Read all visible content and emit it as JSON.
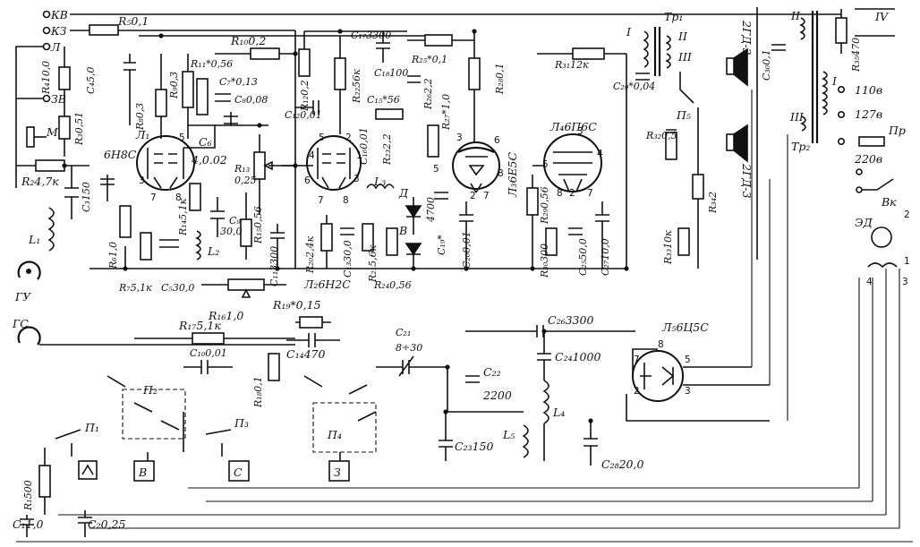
{
  "terminals": {
    "kv": "КВ",
    "kz": "КЗ",
    "l": "Л",
    "zv": "ЗВ"
  },
  "resistors": {
    "r1": "R₁500",
    "r2": "R₂4,7к",
    "r3": "R₃0,51",
    "r4": "R₄10,0",
    "r5": "R₅0,1",
    "r6": "R₆1,0",
    "r7": "R₇5,1к",
    "r8": "R₈0,3",
    "r9": "R₉0,3",
    "r10": "R₁₀0,2",
    "r11": "R₁₁*0,56",
    "r12": "R₁₂0,2",
    "r13": "R₁₃",
    "r13v": "0,25",
    "r14": "R₁₄5,1к",
    "r15": "R₁₅0,56",
    "r16": "R₁₆1,0",
    "r17": "R₁₇5,1к",
    "r18": "R₁₈0,1",
    "r19": "R₁₉*0,15",
    "r20": "R₂₀2,4к",
    "r21": "R₂₁5,6к",
    "r22": "R₂₂56к",
    "r23": "R₂₃2,2",
    "r24": "R₂₄0,56",
    "r25": "R₂₅*0,1",
    "r26": "R₂₆2,2",
    "r27": "R₂₇*1,0",
    "r28": "R₂₈0,1",
    "r29": "R₂₉0,56",
    "r30": "R₃₀300",
    "r31": "R₃₁12к",
    "r32": "R₃₂0,5",
    "r33": "R₃₃10к",
    "r34": "R₃₄2",
    "r35": "R₃₅470"
  },
  "capacitors": {
    "c1": "C₁1,0",
    "c2": "C₂0,25",
    "c3": "C₃150",
    "c4": "C₄5,0",
    "c5": "C₅30,0",
    "c6": "C₆",
    "c6v": "4,0.02",
    "c7": "C₇*0,13",
    "c8": "C₈0,08",
    "c9": "C₉",
    "c9v": "30,0",
    "c10": "C₁₀0,01",
    "c11": "C₁₁3300",
    "c12": "C₁₂0,01",
    "c13": "C₁₃30,0",
    "c14": "C₁₄470",
    "c15": "C₁₅*56",
    "c16": "C₁₆0,01",
    "c17": "C₁₇3300",
    "c18": "C₁₈100",
    "c19": "C₁₉*",
    "c19v": "4700",
    "c20": "C₂₀0,01",
    "c21": "C₂₁",
    "c21v": "8÷30",
    "c22": "C₂₂",
    "c22v": "2200",
    "c23": "C₂₃150",
    "c24": "C₂₄1000",
    "c25": "C₂₅50,0",
    "c26": "C₂₆3300",
    "c27": "C₂₇10,0",
    "c28": "C₂₈20,0",
    "c29": "C₂₉*0,04",
    "c30": "C₃₀0,1"
  },
  "tubes": {
    "l1": "Л₁",
    "l1t": "6Н8С",
    "l2": "Л₂6Н2С",
    "l3": "Л₃6Е5С",
    "l4": "Л₄6П6С",
    "l5": "Л₅6Ц5С"
  },
  "inductors": {
    "l1c": "L₁",
    "l2c": "L₂",
    "l3c": "L₃",
    "l4c": "L₄",
    "l5c": "L₅"
  },
  "transformers": {
    "tr1": "Тр₁",
    "tr2": "Тр₂",
    "w1": "I",
    "w2": "II",
    "w3": "III",
    "w4": "IV"
  },
  "switches": {
    "p1": "П₁",
    "p2": "П₂",
    "p3": "П₃",
    "p4": "П₄",
    "p5": "П₅",
    "vk": "Вк"
  },
  "boxes": {
    "b": "В",
    "s": "С",
    "z": "З"
  },
  "speakers": {
    "sp1": "2ГД-3",
    "sp2": "2ГД-3"
  },
  "misc": {
    "gu": "ГУ",
    "gs": "ГС",
    "m": "М",
    "d": "Д",
    "v": "В",
    "ed": "ЭД",
    "pr": "Пр",
    "v110": "110в",
    "v127": "127в",
    "v220": "220в"
  },
  "pins": {
    "p1": "1",
    "p2": "2",
    "p3": "3",
    "p4": "4",
    "p5": "5",
    "p6": "6",
    "p7": "7",
    "p8": "8"
  }
}
